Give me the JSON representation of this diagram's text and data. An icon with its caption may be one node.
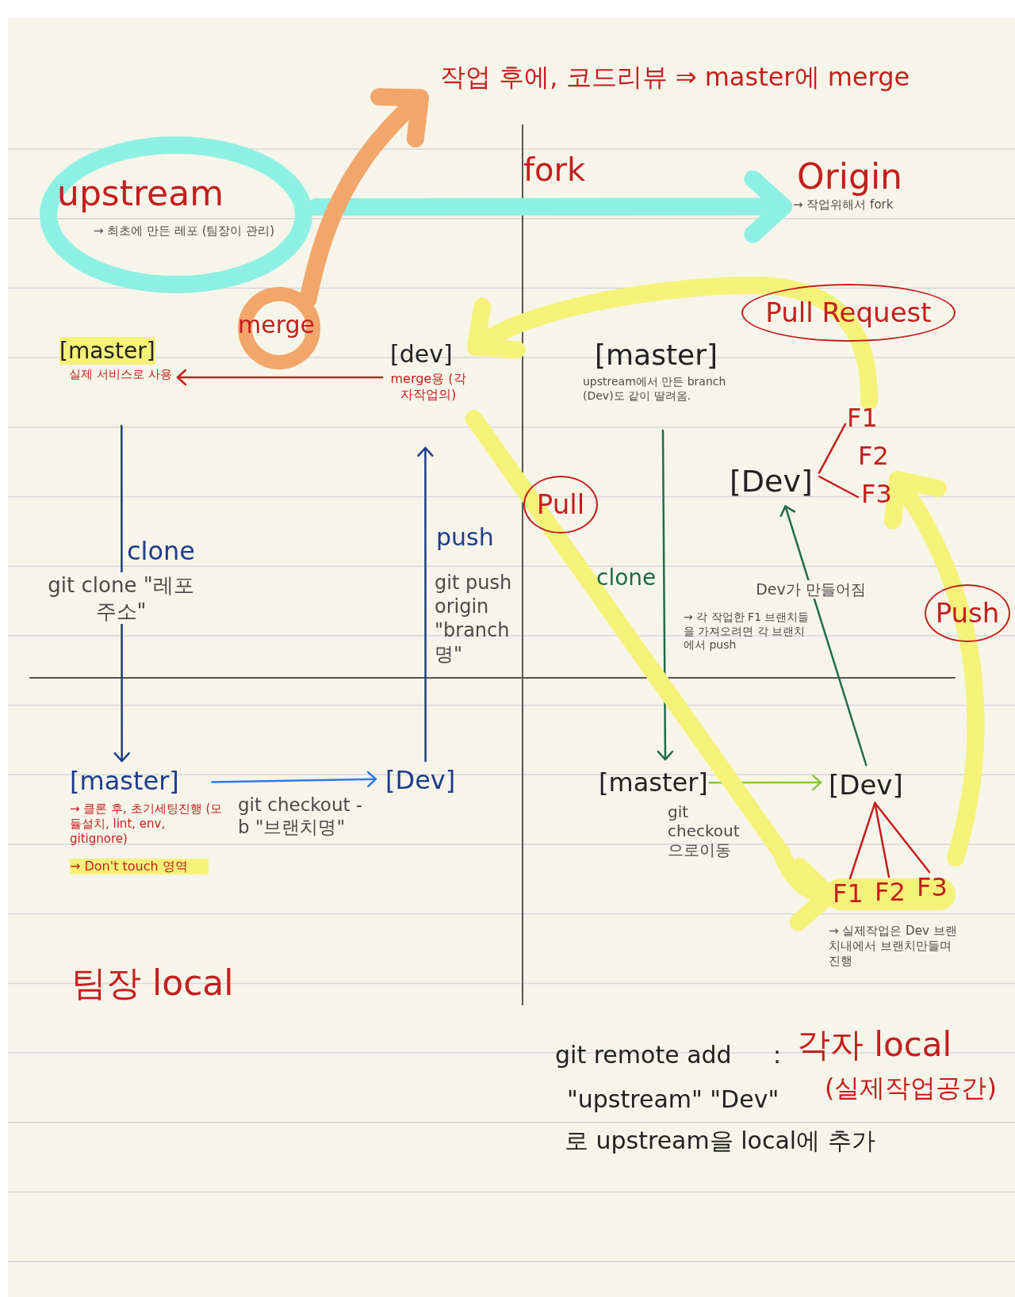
{
  "diagram": {
    "nodes": [
      {
        "text": [
          "작업 후에, 코드리뷰 ⇒ master에 merge"
        ]
      },
      {
        "text": [
          "upstream",
          "→ 최초에 만든 레포 (팀장이 관리)"
        ]
      },
      {
        "text": [
          "Origin",
          "→ 작업위해서 fork"
        ]
      },
      {
        "text": [
          "[master]",
          "실제 서비스로 사용"
        ]
      },
      {
        "text": [],
        "shape": "circle"
      },
      {
        "text": [
          "[dev]",
          "merge용 (각자작업의)"
        ]
      },
      {
        "text": [
          "[master]",
          "upstream에서 만든 branch (Dev)도 같이 딸려옴."
        ]
      },
      {
        "text": [
          "[Dev]"
        ]
      },
      {
        "text": [
          "F1"
        ]
      },
      {
        "text": [
          "F2"
        ]
      },
      {
        "text": [
          "F3"
        ]
      },
      {
        "text": [
          "[master]",
          "→ 클론 후, 초기세팅진행 (모듈설치, lint, env, gitignore)",
          "→ Don't touch 영역"
        ]
      },
      {
        "text": [
          "[Dev]"
        ]
      },
      {
        "text": [
          "[master]"
        ]
      },
      {
        "text": [
          "[Dev]"
        ]
      },
      {
        "text": [
          "F1"
        ]
      },
      {
        "text": [
          "F2"
        ]
      },
      {
        "text": [
          "F3"
        ]
      }
    ],
    "edges": [
      {
        "from": 1,
        "to": 2,
        "arrow": "to",
        "label": "fork",
        "style": "thick",
        "color": "#8ef0e4"
      },
      {
        "from": 5,
        "to": 3,
        "arrow": "to",
        "label": "merge",
        "color": "#c41e1e"
      },
      {
        "from": 4,
        "to": 0,
        "arrow": "to",
        "style": "thick",
        "color": "#f2a66a"
      },
      {
        "from": 7,
        "to": 8,
        "arrow": "none",
        "color": "#c41e1e"
      },
      {
        "from": 7,
        "to": 10,
        "arrow": "none",
        "color": "#c41e1e"
      },
      {
        "from": 3,
        "to": 11,
        "arrow": "to",
        "label": "clone",
        "color": "#1c3c8c"
      },
      {
        "from": 12,
        "to": 5,
        "arrow": "to",
        "label": "push",
        "color": "#1c3c8c"
      },
      {
        "from": 11,
        "to": 12,
        "arrow": "to",
        "label": "git checkout -b \"브랜치명\"",
        "color": "#2f78f0"
      },
      {
        "from": 6,
        "to": 13,
        "arrow": "to",
        "label": "clone",
        "color": "#1f6b4a"
      },
      {
        "from": 14,
        "to": 7,
        "arrow": "to",
        "label": "Dev가 만들어짐",
        "color": "#1f6b4a"
      },
      {
        "from": 13,
        "to": 14,
        "arrow": "to",
        "label": "git checkout 으로이동",
        "color": "#8cc63f"
      },
      {
        "from": 15,
        "to": 14,
        "arrow": "none",
        "color": "#c41e1e"
      },
      {
        "from": 16,
        "to": 14,
        "arrow": "none",
        "color": "#c41e1e"
      },
      {
        "from": 17,
        "to": 14,
        "arrow": "none",
        "color": "#c41e1e"
      },
      {
        "from": 8,
        "to": 5,
        "arrow": "to",
        "label": "Pull Request",
        "style": "thick",
        "color": "#f5f27a"
      },
      {
        "from": 5,
        "to": 15,
        "arrow": "to",
        "label": "Pull",
        "style": "thick",
        "color": "#f5f27a"
      },
      {
        "from": 17,
        "to": 10,
        "arrow": "to",
        "label": "Push",
        "style": "thick",
        "color": "#f5f27a"
      }
    ],
    "labels": [
      "git clone \"레포주소\"",
      "git push origin \"branch명\"",
      "→ 각 작업한 F1 브랜치들을 가져오려면 각 브랜치에서 push",
      "→ 실제작업은 Dev 브랜치내에서 브랜치만들며 진행",
      "팀장 local",
      "git remote add",
      ":",
      "각자 local",
      "\"upstream\" \"Dev\"",
      "(실제작업공간)",
      "로 upstream을 local에 추가"
    ]
  }
}
